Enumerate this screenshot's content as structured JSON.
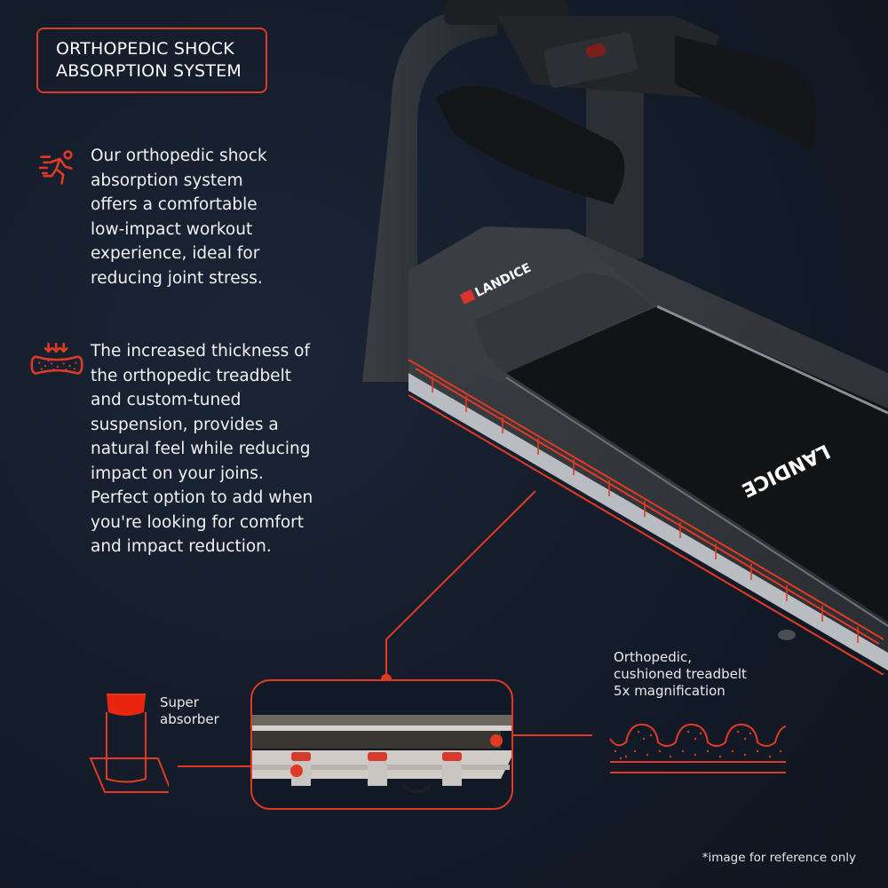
{
  "header": {
    "title_lines": [
      "ORTHOPEDIC SHOCK",
      "ABSORPTION SYSTEM"
    ]
  },
  "features": [
    {
      "icon": "running-person-icon",
      "text": "Our orthopedic shock\nabsorption system\noffers a comfortable\nlow-impact workout\nexperience, ideal for\nreducing joint stress."
    },
    {
      "icon": "cushion-compression-icon",
      "text": "The increased thickness of\nthe orthopedic treadbelt\nand custom-tuned\nsuspension, provides a\nnatural feel while reducing\nimpact on your joins.\nPerfect option to add when\nyou're looking for comfort\nand impact reduction."
    }
  ],
  "product": {
    "brand_hood": "LANDICE",
    "brand_belt": "LANDICE"
  },
  "callouts": {
    "super_absorber": "Super\nabsorber",
    "treadbelt": "Orthopedic,\ncushioned treadbelt\n5x magnification"
  },
  "footer": {
    "disclaimer": "*image for reference only"
  },
  "colors": {
    "accent": "#e03a24",
    "background": "#141c2b",
    "text": "#f2f2f2"
  }
}
